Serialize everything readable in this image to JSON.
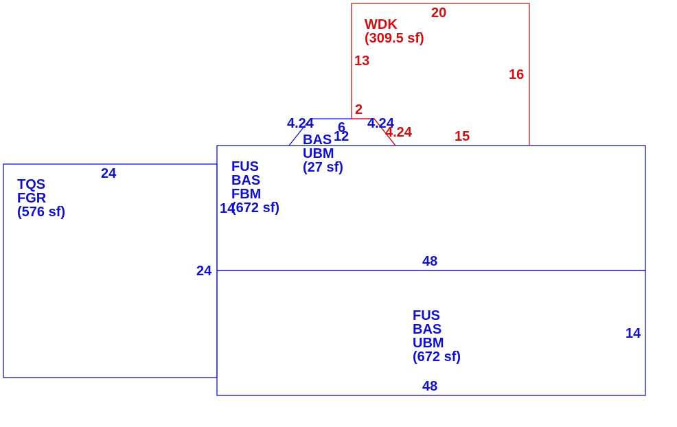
{
  "colors": {
    "blue": "#1010c8",
    "red": "#d01010",
    "background": "#ffffff"
  },
  "areas": {
    "wdk": {
      "line1": "WDK",
      "line2": "(309.5 sf)"
    },
    "bay": {
      "line1": "BAS",
      "line2": "UBM",
      "line3": "(27 sf)"
    },
    "upper": {
      "line1": "FUS",
      "line2": "BAS",
      "line3": "FBM",
      "line4": "(672 sf)"
    },
    "lower": {
      "line1": "FUS",
      "line2": "BAS",
      "line3": "UBM",
      "line4": "(672 sf)"
    },
    "garage": {
      "line1": "TQS",
      "line2": "FGR",
      "line3": "(576 sf)"
    }
  },
  "dimensions": {
    "wdk_top": "20",
    "wdk_left_upper": "13",
    "wdk_right": "16",
    "wdk_left_lower": "2",
    "wdk_bottom": "15",
    "wdk_diag": "4.24",
    "bay_diag_left": "4.24",
    "bay_diag_right": "4.24",
    "bay_top": "6",
    "bay_inner": "12",
    "upper_left": "14",
    "upper_bottom": "48",
    "lower_right": "14",
    "lower_bottom": "48",
    "garage_top": "24",
    "garage_right": "24"
  }
}
